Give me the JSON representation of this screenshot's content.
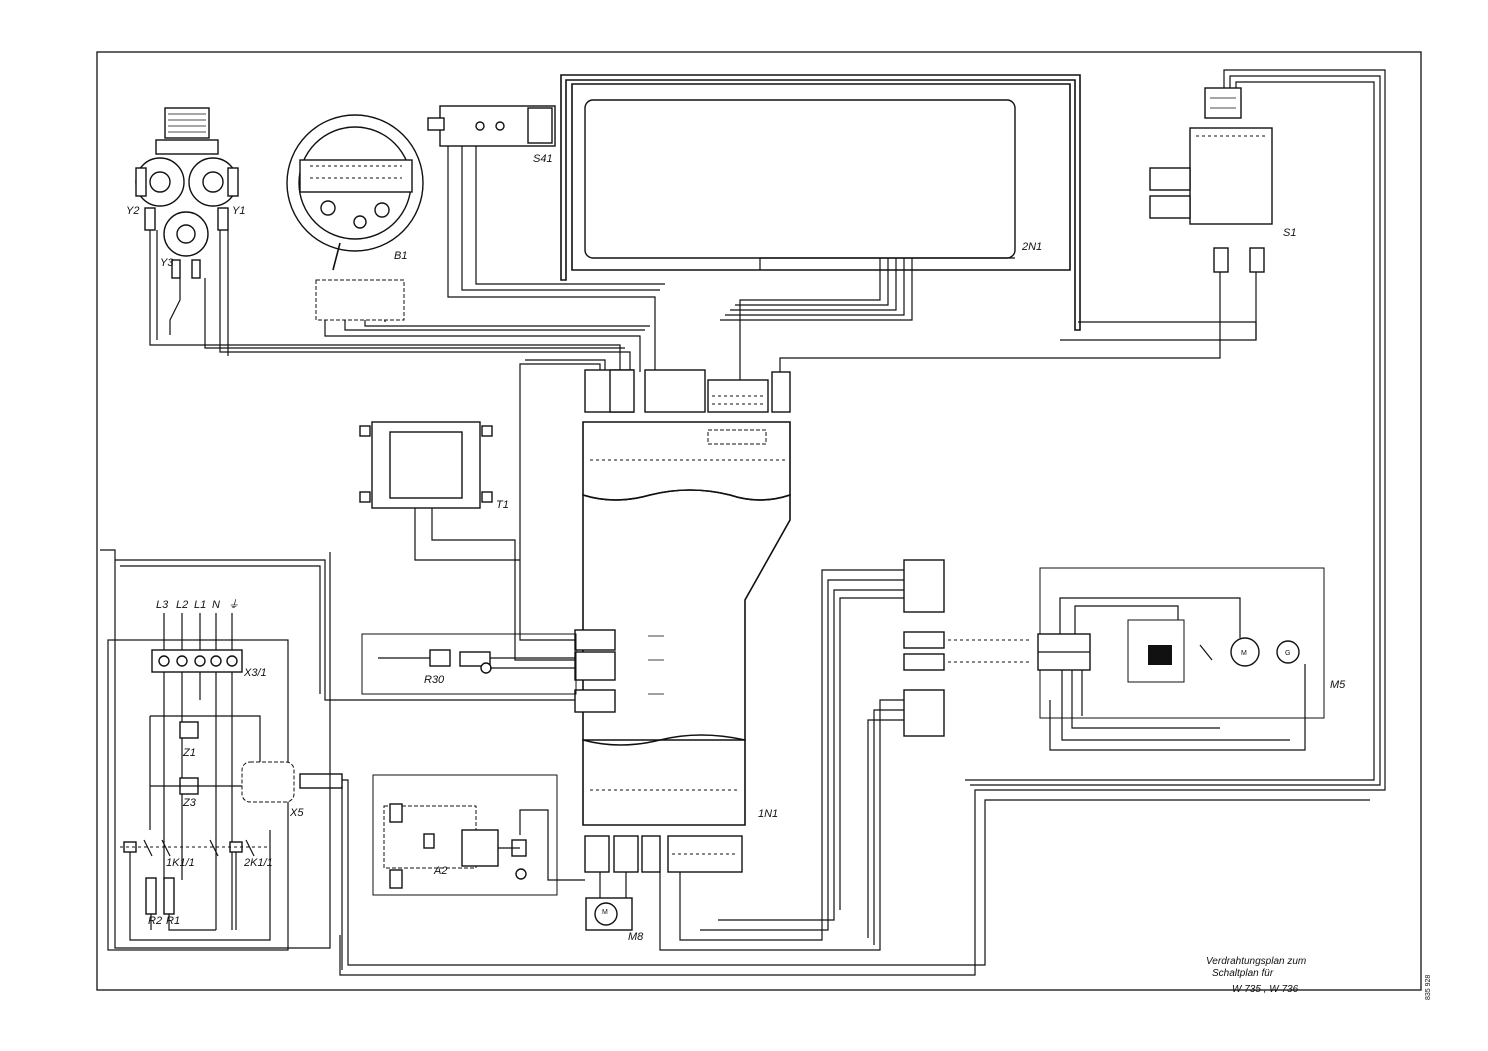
{
  "components": {
    "y2": "Y2",
    "y1": "Y1",
    "y3": "Y3",
    "b1": "B1",
    "s41": "S41",
    "n2": "2N1",
    "s1": "S1",
    "t1": "T1",
    "r30": "R30",
    "m5": "M5",
    "n1": "1N1",
    "a2": "A2",
    "m8": "M8",
    "x5": "X5",
    "x31": "X3/1",
    "z1": "Z1",
    "z3": "Z3",
    "k1": "1K1/1",
    "k2": "2K1/1",
    "r1": "R1",
    "r2": "R2"
  },
  "terminals": [
    "L3",
    "L2",
    "L1",
    "N",
    "⏚"
  ],
  "motor_symbol": "M",
  "tacho_symbol": "G",
  "title_block": {
    "line1": "Verdrahtungsplan zum",
    "line2": "Schaltplan für",
    "line3": "W 735 , W 736"
  },
  "doc_number": "835 928"
}
